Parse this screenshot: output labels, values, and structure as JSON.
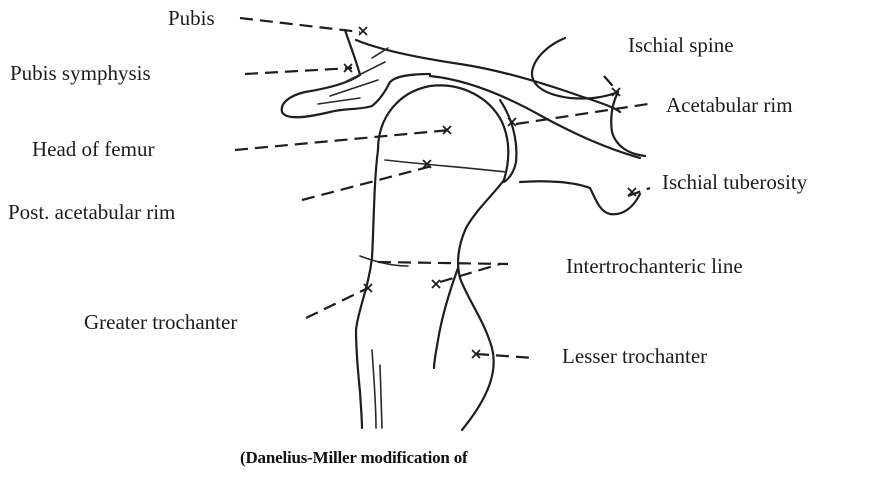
{
  "labels": {
    "pubis": "Pubis",
    "pubis_symphysis": "Pubis symphysis",
    "head_of_femur": "Head of femur",
    "post_acetabular_rim": "Post. acetabular rim",
    "ischial_spine": "Ischial spine",
    "acetabular_rim": "Acetabular rim",
    "ischial_tuberosity": "Ischial tuberosity",
    "intertrochanteric_line": "Intertrochanteric line",
    "greater_trochanter": "Greater trochanter",
    "lesser_trochanter": "Lesser trochanter"
  },
  "caption": "(Danelius-Miller modification of",
  "colors": {
    "ink": "#1e1e1e",
    "background": "#ffffff"
  }
}
